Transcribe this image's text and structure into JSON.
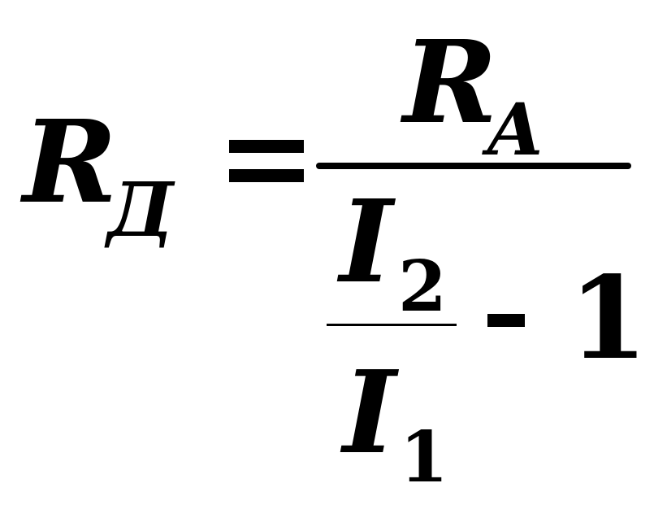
{
  "formula": {
    "lhs": {
      "symbol": "R",
      "subscript": "Д"
    },
    "operator": "=",
    "numerator": {
      "symbol": "R",
      "subscript": "A"
    },
    "denominator": {
      "inner_fraction": {
        "numerator": {
          "symbol": "I",
          "subscript": "2"
        },
        "denominator": {
          "symbol": "I",
          "subscript": "1"
        }
      },
      "operator": "-",
      "constant": "1"
    }
  }
}
